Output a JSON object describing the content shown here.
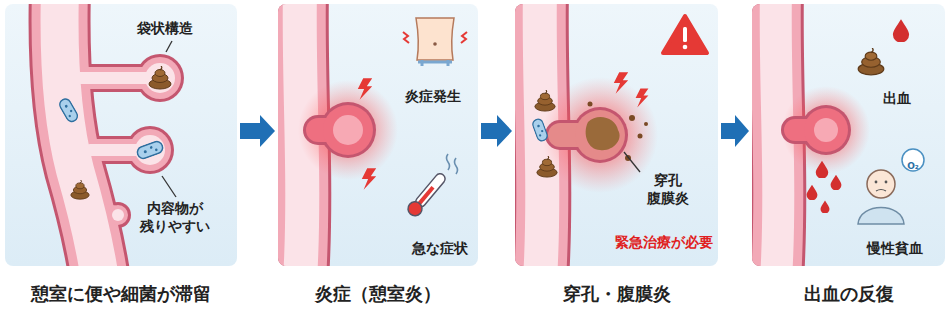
{
  "diagram": {
    "nodes": [
      {
        "text": [
          "袋状構造",
          "内容物が 残りやすい",
          "憩室に便や細菌が滞留"
        ]
      },
      {
        "text": [
          "炎症発生",
          "急な症状",
          "炎症（憩室炎）"
        ]
      },
      {
        "text": [
          "穿孔 腹膜炎",
          "緊急治療が必要",
          "穿孔・腹膜炎"
        ]
      },
      {
        "text": [
          "出血",
          "慢性貧血",
          "出血の反復"
        ]
      }
    ],
    "edges": [
      {
        "from": 0,
        "to": 1,
        "arrow": "to"
      },
      {
        "from": 1,
        "to": 2,
        "arrow": "to"
      },
      {
        "from": 2,
        "to": 3,
        "arrow": "to"
      }
    ],
    "labels": [
      "O₂"
    ]
  }
}
